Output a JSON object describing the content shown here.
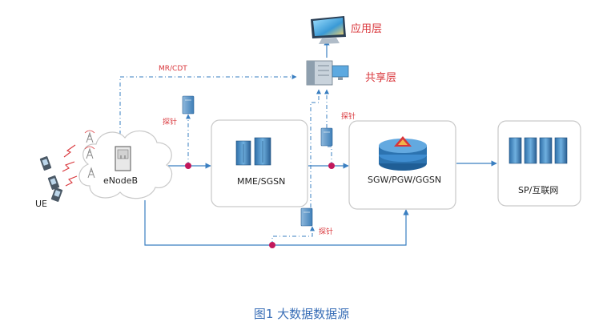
{
  "diagram": {
    "labels": {
      "ue": "UE",
      "enodeb": "eNodeB",
      "mme": "MME/SGSN",
      "sgw": "SGW/PGW/GGSN",
      "sp": "SP/互联网",
      "app_layer": "应用层",
      "share_layer": "共享层",
      "mr_cdt": "MR/CDT",
      "probe": "探针"
    },
    "colors": {
      "connection": "#3a7fc1",
      "accent_red": "#d9353a",
      "tap_dot": "#c2185b",
      "box_border": "#c9c9c9"
    },
    "icons": [
      "phone-icon",
      "antenna-icon",
      "cloud-icon",
      "enodeb-device-icon",
      "server-rack-icon",
      "probe-device-icon",
      "monitor-icon",
      "router-icon"
    ]
  },
  "caption": "图1  大数据数据源"
}
